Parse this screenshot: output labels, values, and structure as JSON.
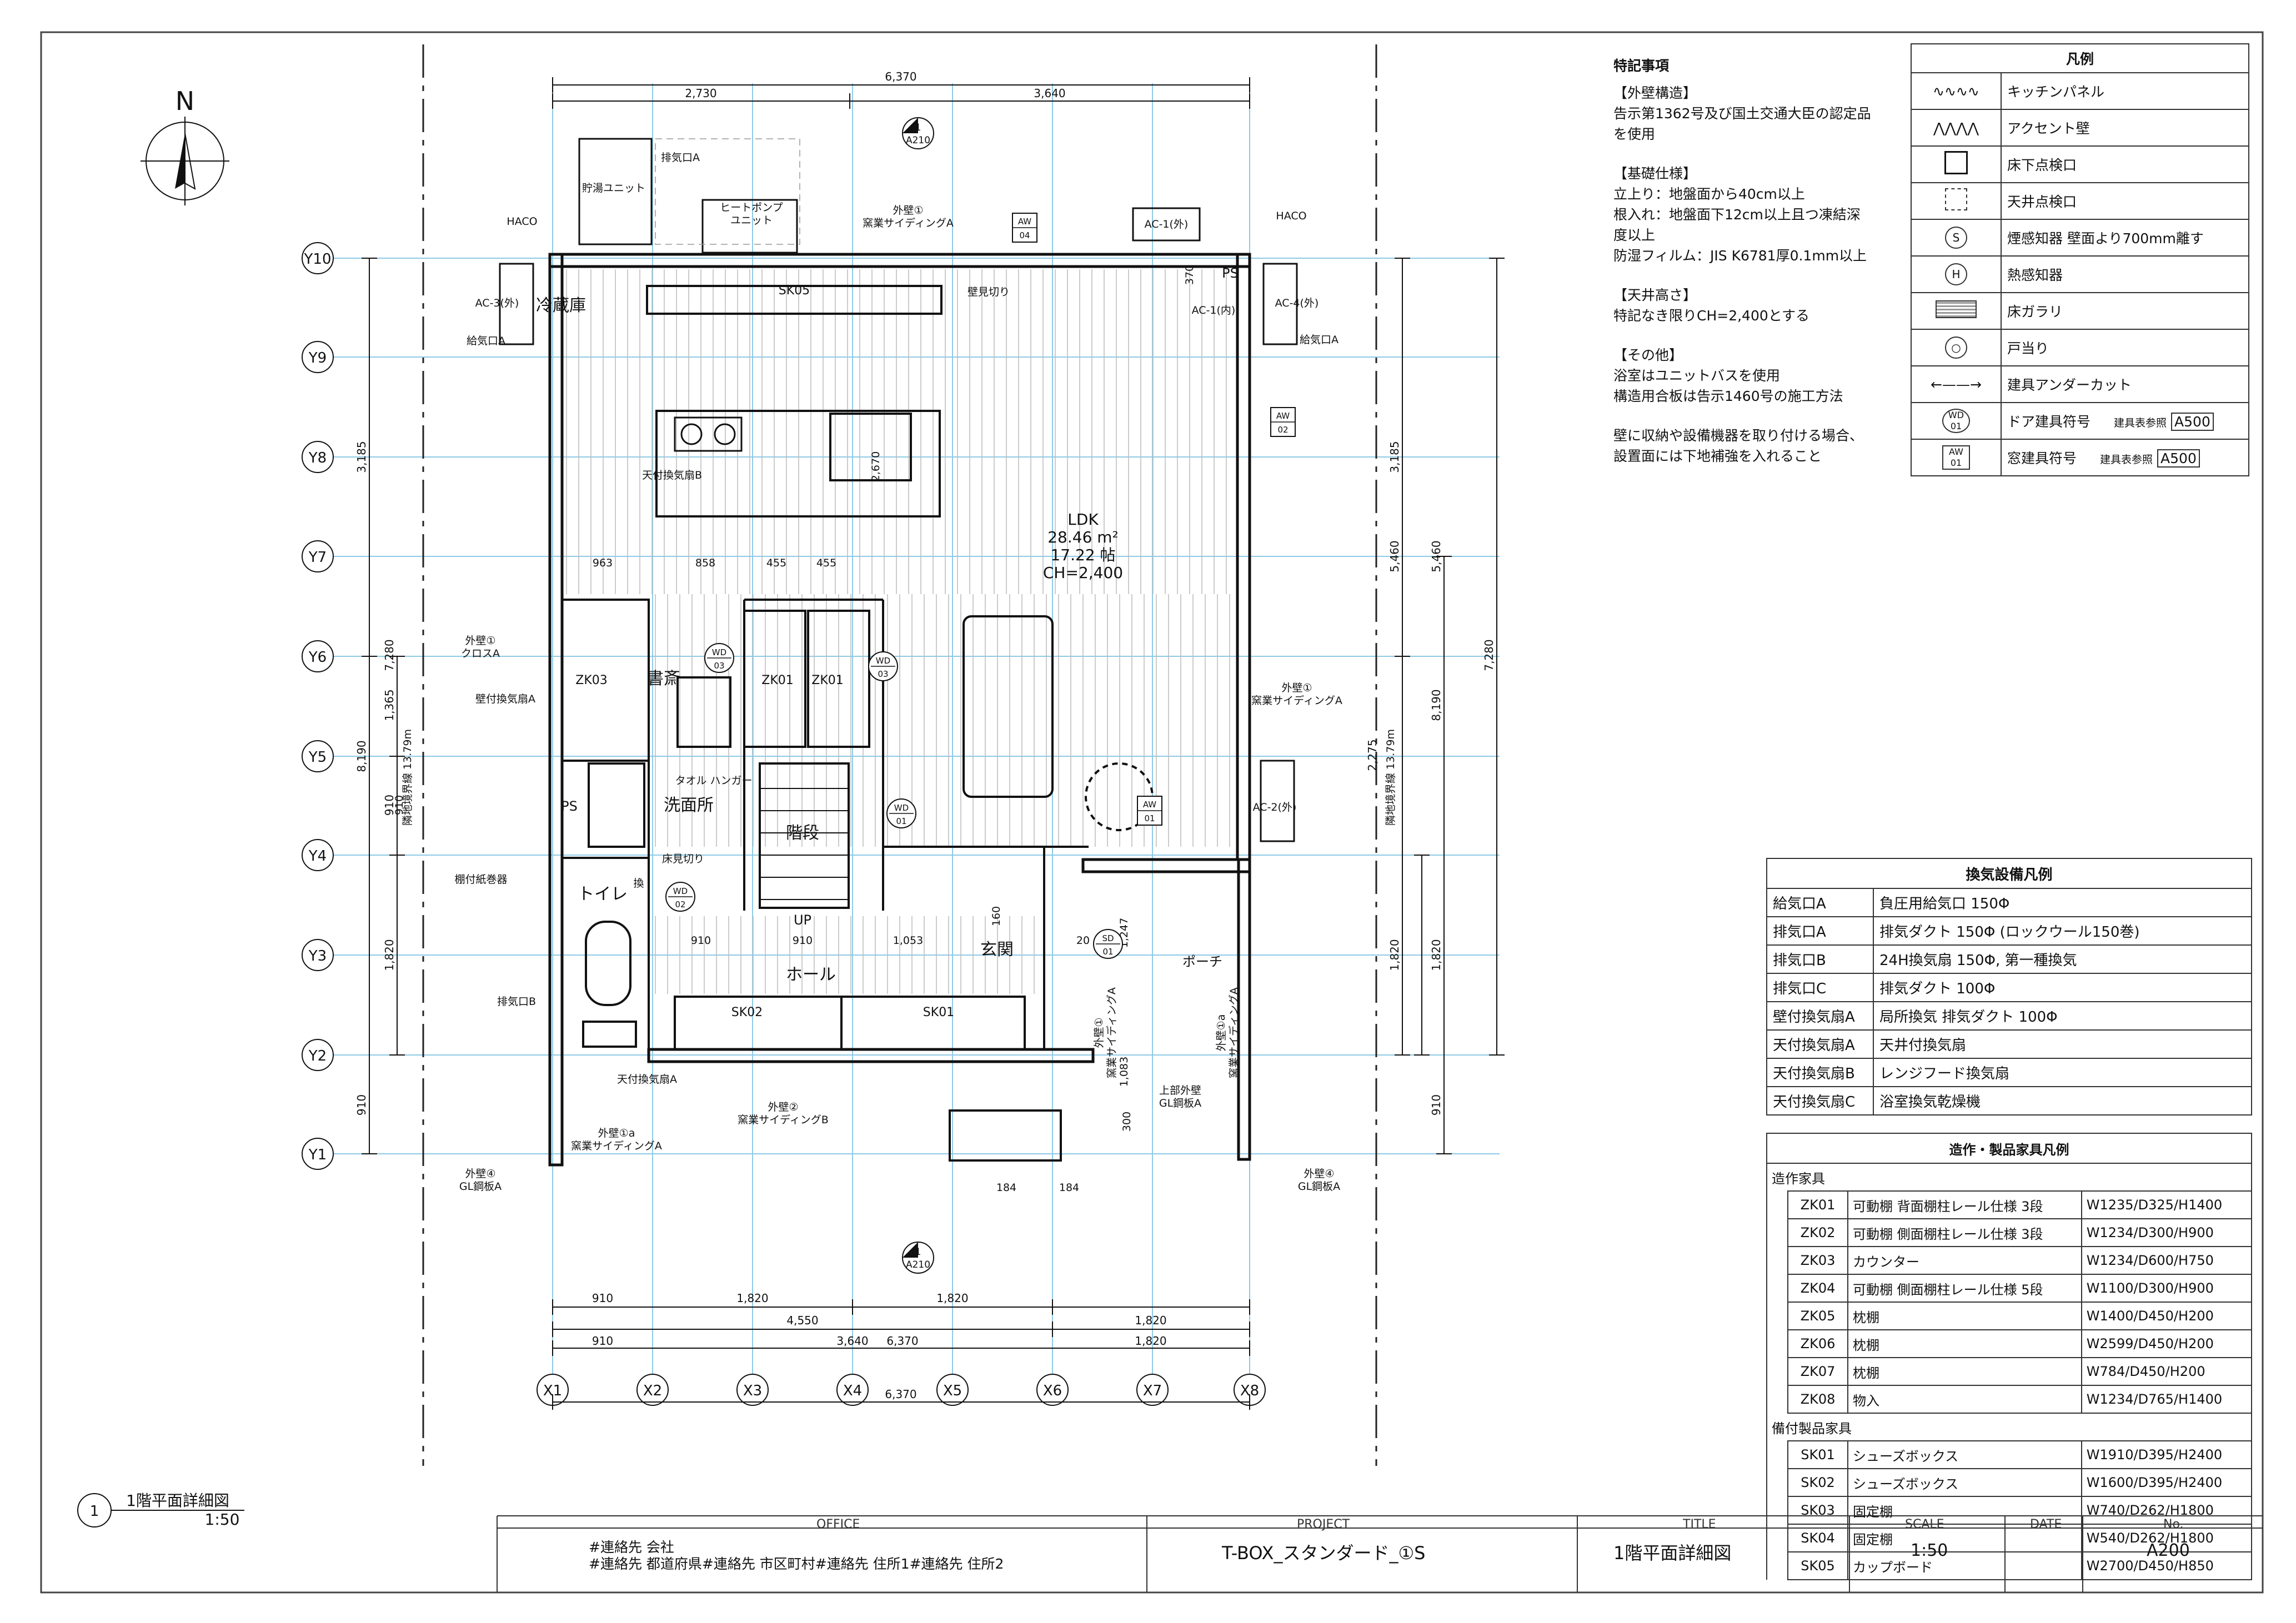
{
  "drawing": {
    "north": "N",
    "grid_rows": [
      "Y10",
      "Y9",
      "Y8",
      "Y7",
      "Y6",
      "Y5",
      "Y4",
      "Y3",
      "Y2",
      "Y1"
    ],
    "grid_cols": [
      "X1",
      "X2",
      "X3",
      "X4",
      "X5",
      "X6",
      "X7",
      "X8"
    ],
    "dims_top": {
      "total": "6,370",
      "left": "2,730",
      "right": "3,640"
    },
    "dims_bottom": {
      "row1": [
        "910",
        "1,820",
        "1,820"
      ],
      "row2": [
        "4,550",
        "1,820"
      ],
      "row3": [
        "910",
        "3,640",
        "6,370",
        "1,820"
      ],
      "row4": "6,370"
    },
    "dims_left": [
      "3,185",
      "7,280",
      "8,190",
      "1,365",
      "910",
      "1,820",
      "910"
    ],
    "dims_right": [
      "3,185",
      "5,460",
      "5,460",
      "2,275",
      "8,190",
      "7,280",
      "1,820",
      "1,820",
      "910"
    ],
    "interior_dims": [
      "963",
      "858",
      "455",
      "455",
      "910",
      "910",
      "1,053",
      "160",
      "1,247",
      "20",
      "1,083",
      "300",
      "184",
      "184",
      "2,670",
      "370",
      "910"
    ],
    "section_marks": [
      {
        "num": "1",
        "sheet": "A210"
      },
      {
        "num": "1",
        "sheet": "A210"
      }
    ],
    "rooms": [
      {
        "name": "LDK",
        "area": "28.46 m²",
        "tatami": "17.22 帖",
        "ch": "CH=2,400"
      },
      {
        "name": "冷蔵庫"
      },
      {
        "name": "書斎"
      },
      {
        "name": "洗面所"
      },
      {
        "name": "トイレ"
      },
      {
        "name": "階段"
      },
      {
        "name": "ホール"
      },
      {
        "name": "玄関"
      },
      {
        "name": "ポーチ"
      },
      {
        "name": "UP"
      },
      {
        "name": "PS"
      },
      {
        "name": "PS"
      }
    ],
    "furniture_tags": [
      "SK05",
      "SK02",
      "SK01",
      "ZK01",
      "ZK01",
      "ZK03"
    ],
    "door_tags": [
      {
        "top": "WD",
        "bottom": "03"
      },
      {
        "top": "WD",
        "bottom": "03"
      },
      {
        "top": "WD",
        "bottom": "01"
      },
      {
        "top": "WD",
        "bottom": "02"
      },
      {
        "top": "SD",
        "bottom": "01"
      }
    ],
    "window_tags": [
      {
        "top": "AW",
        "bottom": "04"
      },
      {
        "top": "AW",
        "bottom": "02"
      },
      {
        "top": "AW",
        "bottom": "01"
      }
    ],
    "labels": [
      "HACO",
      "HACO",
      "排気口A",
      "貯湯ユニット",
      "ヒートポンプ\nユニット",
      "外壁①\n窯業サイディングA",
      "AC-1(外)",
      "AC-3(外)",
      "AC-4(外)",
      "AC-2(外)",
      "給気口A",
      "給気口A",
      "壁見切り",
      "天付換気扇B",
      "外壁①\nクロスA",
      "壁付換気扇A",
      "外壁①\n窯業サイディングA",
      "タオル ハンガー",
      "床見切り",
      "棚付紙巻器",
      "換",
      "排気口B",
      "天付換気扇A",
      "外壁②\n窯業サイディングB",
      "外壁①a\n窯業サイディングA",
      "外壁④\nGL鋼板A",
      "外壁④\nGL鋼板A",
      "外壁①\n窯業サイディングA",
      "外壁①a\n窯業サイディングA",
      "上部外壁\nGL鋼板A",
      "隣地境界線 13.79m",
      "隣地境界線 13.79m",
      "AC-1(内)"
    ]
  },
  "notes": {
    "title": "特記事項",
    "lines": [
      "【外壁構造】",
      "告示第1362号及び国土交通大臣の認定品",
      "を使用",
      "",
      "【基礎仕様】",
      "立上り：地盤面から40cm以上",
      "根入れ：地盤面下12cm以上且つ凍結深",
      "度以上",
      "防湿フィルム：JIS K6781厚0.1mm以上",
      "",
      "【天井高さ】",
      "特記なき限りCH=2,400とする",
      "",
      "【その他】",
      "浴室はユニットバスを使用",
      "構造用合板は告示1460号の施工方法",
      "",
      "壁に収納や設備機器を取り付ける場合、",
      "設置面には下地補強を入れること"
    ]
  },
  "legend": {
    "title": "凡例",
    "items": [
      {
        "icon": "wave-icon",
        "label": "キッチンパネル"
      },
      {
        "icon": "zigzag-icon",
        "label": "アクセント壁"
      },
      {
        "icon": "floor-hatch-icon",
        "label": "床下点検口"
      },
      {
        "icon": "ceiling-hatch-icon",
        "label": "天井点検口"
      },
      {
        "icon": "smoke-detector-icon",
        "symbol": "S",
        "label": "煙感知器 壁面より700mm離す"
      },
      {
        "icon": "heat-detector-icon",
        "symbol": "H",
        "label": "熱感知器"
      },
      {
        "icon": "floor-grille-icon",
        "label": "床ガラリ"
      },
      {
        "icon": "door-stop-icon",
        "symbol": "○",
        "label": "戸当り"
      },
      {
        "icon": "undercut-arrow-icon",
        "label": "建具アンダーカット"
      },
      {
        "icon": "door-tag-icon",
        "symbol_top": "WD",
        "symbol_bottom": "01",
        "label": "ドア建具符号",
        "ref": "建具表参照",
        "sheet": "A500"
      },
      {
        "icon": "window-tag-icon",
        "symbol_top": "AW",
        "symbol_bottom": "01",
        "label": "窓建具符号",
        "ref": "建具表参照",
        "sheet": "A500"
      }
    ]
  },
  "ventilation": {
    "title": "換気設備凡例",
    "rows": [
      [
        "給気口A",
        "負圧用給気口 150Φ"
      ],
      [
        "排気口A",
        "排気ダクト 150Φ (ロックウール150巻)"
      ],
      [
        "排気口B",
        "24H換気扇 150Φ, 第一種換気"
      ],
      [
        "排気口C",
        "排気ダクト 100Φ"
      ],
      [
        "壁付換気扇A",
        "局所換気 排気ダクト 100Φ"
      ],
      [
        "天付換気扇A",
        "天井付換気扇"
      ],
      [
        "天付換気扇B",
        "レンジフード換気扇"
      ],
      [
        "天付換気扇C",
        "浴室換気乾燥機"
      ]
    ]
  },
  "furniture": {
    "title": "造作・製品家具凡例",
    "group1": "造作家具",
    "zk": [
      [
        "ZK01",
        "可動棚 背面棚柱レール仕様 3段",
        "W1235/D325/H1400"
      ],
      [
        "ZK02",
        "可動棚 側面棚柱レール仕様 3段",
        "W1234/D300/H900"
      ],
      [
        "ZK03",
        "カウンター",
        "W1234/D600/H750"
      ],
      [
        "ZK04",
        "可動棚 側面棚柱レール仕様 5段",
        "W1100/D300/H900"
      ],
      [
        "ZK05",
        "枕棚",
        "W1400/D450/H200"
      ],
      [
        "ZK06",
        "枕棚",
        "W2599/D450/H200"
      ],
      [
        "ZK07",
        "枕棚",
        "W784/D450/H200"
      ],
      [
        "ZK08",
        "物入",
        "W1234/D765/H1400"
      ]
    ],
    "group2": "備付製品家具",
    "sk": [
      [
        "SK01",
        "シューズボックス",
        "W1910/D395/H2400"
      ],
      [
        "SK02",
        "シューズボックス",
        "W1600/D395/H2400"
      ],
      [
        "SK03",
        "固定棚",
        "W740/D262/H1800"
      ],
      [
        "SK04",
        "固定棚",
        "W540/D262/H1800"
      ],
      [
        "SK05",
        "カップボード",
        "W2700/D450/H850"
      ]
    ]
  },
  "caption": {
    "num": "1",
    "title": "1階平面詳細図",
    "scale": "1:50"
  },
  "title_block": {
    "headers": {
      "office": "OFFICE",
      "project": "PROJECT",
      "title": "TITLE",
      "scale": "SCALE",
      "date": "DATE",
      "no": "No."
    },
    "office_line1": "#連絡先 会社",
    "office_line2": "#連絡先 都道府県#連絡先 市区町村#連絡先 住所1#連絡先 住所2",
    "project": "T-BOX_スタンダード_①S",
    "title": "1階平面詳細図",
    "scale": "1:50",
    "date": "",
    "no": "A200"
  }
}
